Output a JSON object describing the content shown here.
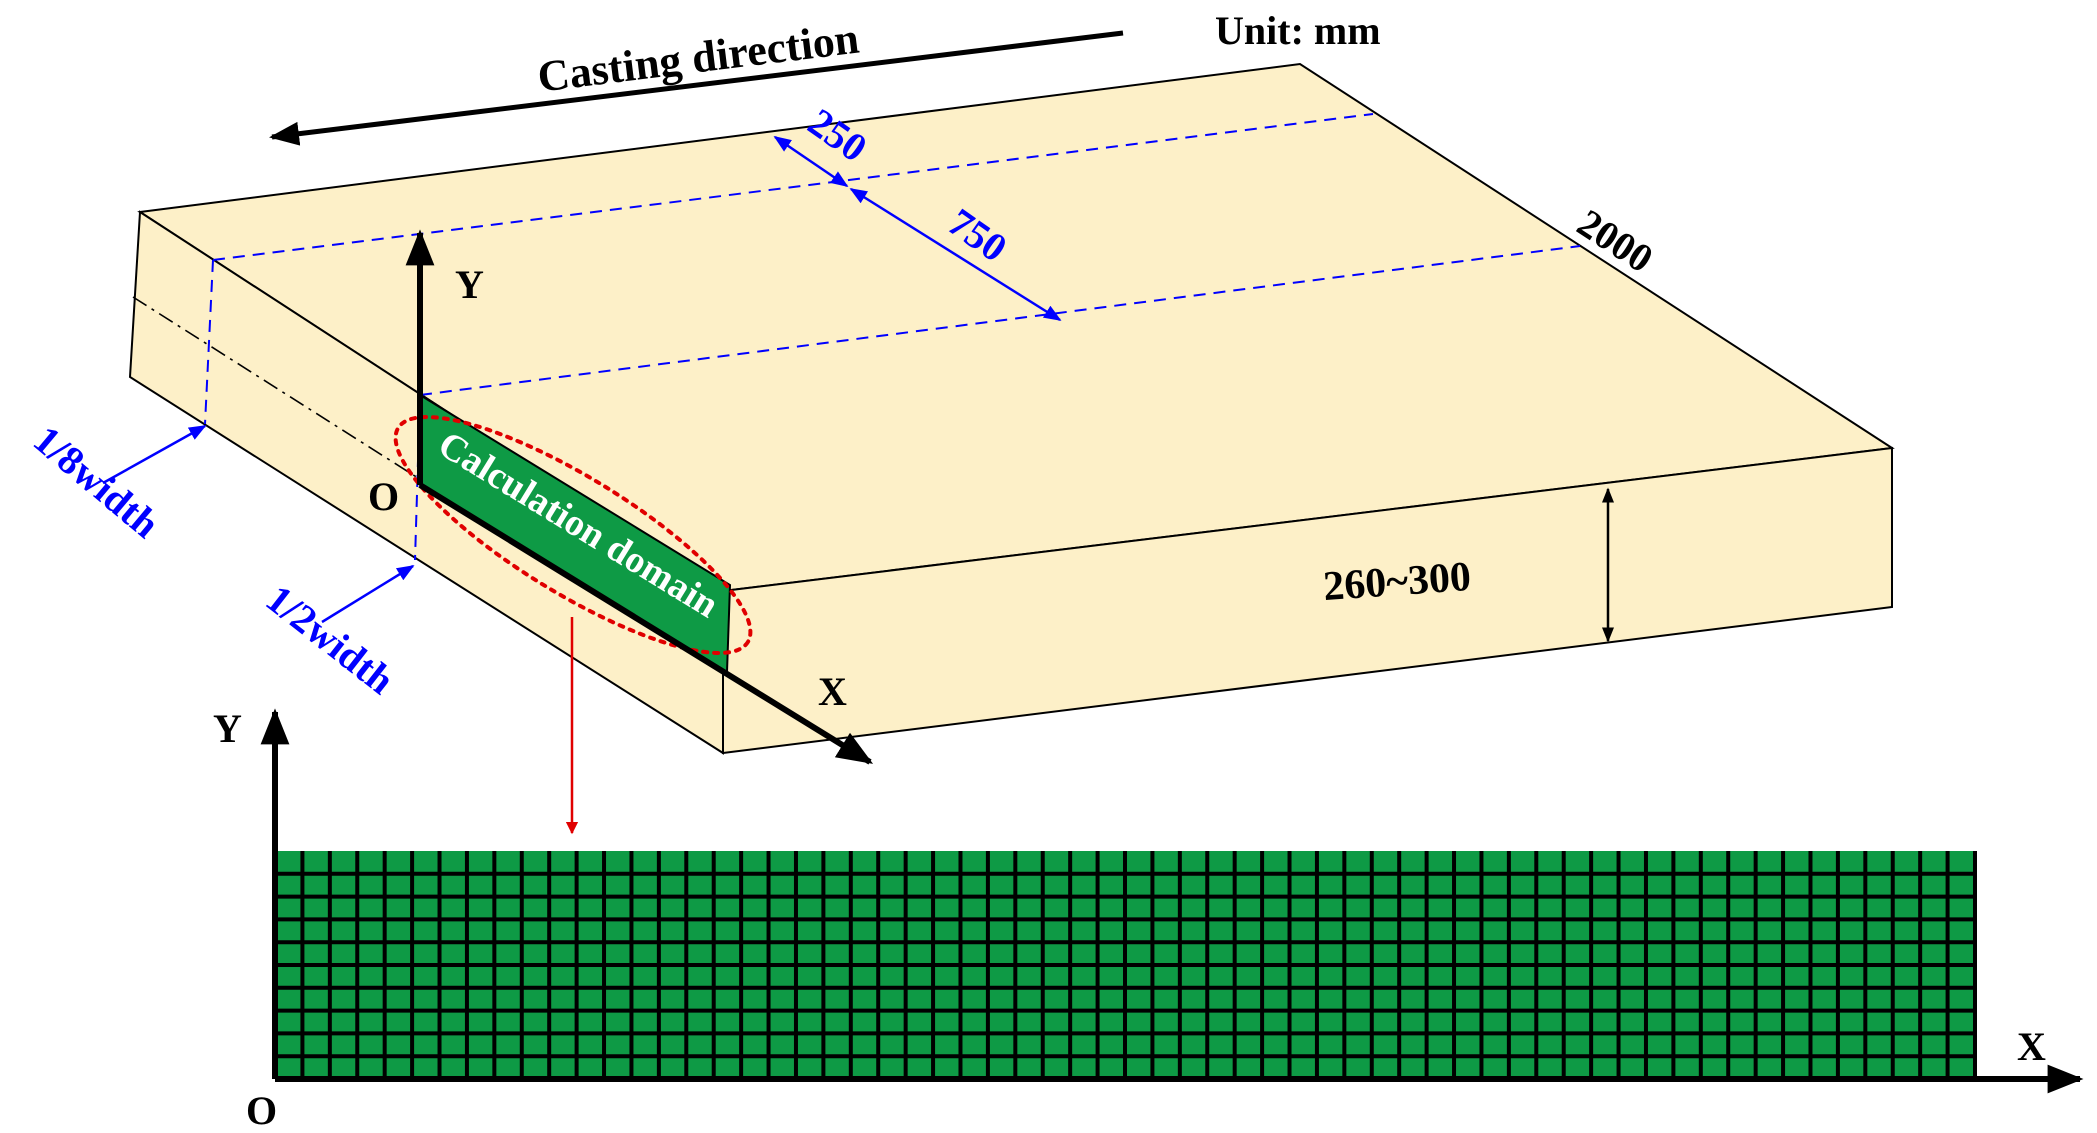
{
  "unit_label": "Unit: mm",
  "casting_direction_label": "Casting direction",
  "dimensions": {
    "offset_250": "250",
    "offset_750": "750",
    "length_2000": "2000",
    "thickness": "260~300"
  },
  "width_labels": {
    "one_eighth": "1/8width",
    "one_half": "1/2width"
  },
  "domain_label": "Calculation domain",
  "slab_axes": {
    "x": "X",
    "y": "Y",
    "origin": "O"
  },
  "mesh_axes": {
    "x": "X",
    "y": "Y",
    "origin": "O"
  },
  "mesh": {
    "columns": 62,
    "rows": 10
  },
  "colors": {
    "slab_fill": "#FDF0C8",
    "domain_green": "#0E9A45",
    "mesh_green": "#0E9A45",
    "dim_blue": "#0000FF",
    "red_dotted": "#E00000",
    "red_arrow": "#E00000",
    "black": "#000000"
  }
}
